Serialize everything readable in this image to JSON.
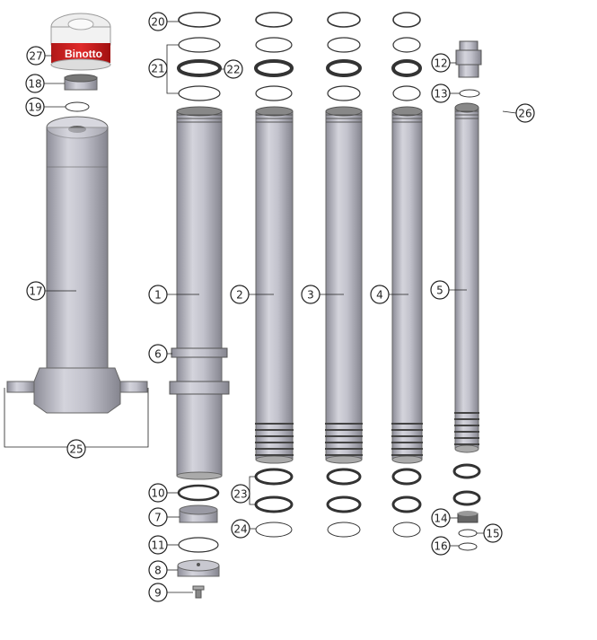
{
  "diagram": {
    "brand_label": "Binotto",
    "callouts": [
      {
        "id": "20",
        "label": "20"
      },
      {
        "id": "21",
        "label": "21"
      },
      {
        "id": "22",
        "label": "22"
      },
      {
        "id": "27",
        "label": "27"
      },
      {
        "id": "18",
        "label": "18"
      },
      {
        "id": "19",
        "label": "19"
      },
      {
        "id": "12",
        "label": "12"
      },
      {
        "id": "13",
        "label": "13"
      },
      {
        "id": "26",
        "label": "26"
      },
      {
        "id": "17",
        "label": "17"
      },
      {
        "id": "1",
        "label": "1"
      },
      {
        "id": "2",
        "label": "2"
      },
      {
        "id": "3",
        "label": "3"
      },
      {
        "id": "4",
        "label": "4"
      },
      {
        "id": "5",
        "label": "5"
      },
      {
        "id": "6",
        "label": "6"
      },
      {
        "id": "25",
        "label": "25"
      },
      {
        "id": "10",
        "label": "10"
      },
      {
        "id": "23",
        "label": "23"
      },
      {
        "id": "7",
        "label": "7"
      },
      {
        "id": "24",
        "label": "24"
      },
      {
        "id": "11",
        "label": "11"
      },
      {
        "id": "14",
        "label": "14"
      },
      {
        "id": "15",
        "label": "15"
      },
      {
        "id": "16",
        "label": "16"
      },
      {
        "id": "8",
        "label": "8"
      },
      {
        "id": "9",
        "label": "9"
      }
    ]
  }
}
